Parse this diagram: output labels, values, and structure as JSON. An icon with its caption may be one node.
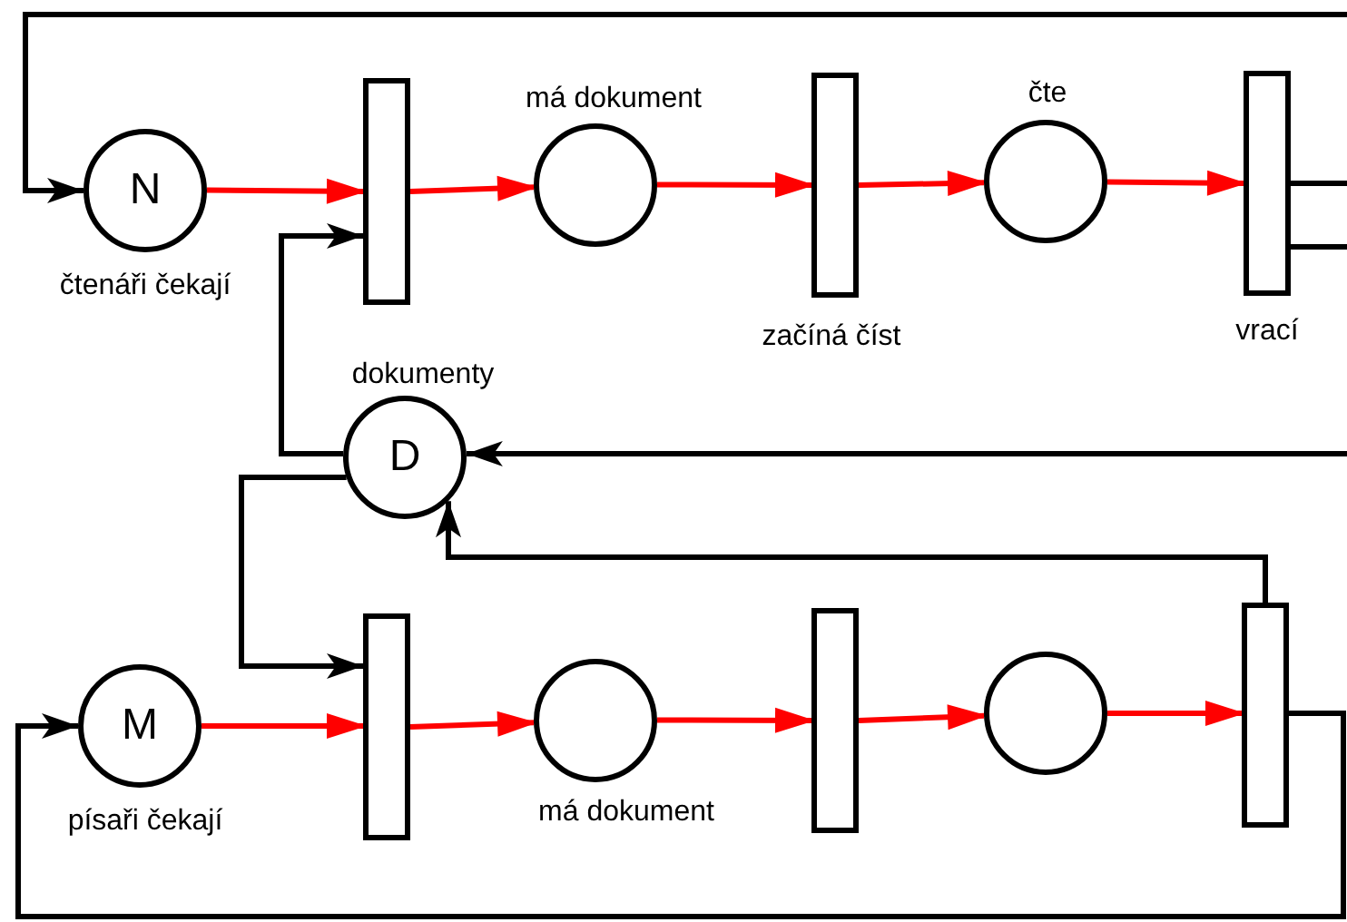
{
  "diagram": {
    "nodes": [
      {
        "text": [
          "N"
        ],
        "beside": [
          "čtenáři čekají"
        ]
      },
      {
        "text": [],
        "shape": "bar"
      },
      {
        "text": [],
        "shape": "circle",
        "beside": [
          "má dokument"
        ]
      },
      {
        "text": [],
        "shape": "bar",
        "beside": [
          "začíná číst"
        ]
      },
      {
        "text": [],
        "shape": "circle",
        "beside": [
          "čte"
        ]
      },
      {
        "text": [],
        "shape": "bar",
        "beside": [
          "vrací"
        ]
      },
      {
        "text": [
          "D"
        ],
        "beside": [
          "dokumenty"
        ]
      },
      {
        "text": [
          "M"
        ],
        "beside": [
          "písaři čekají"
        ]
      },
      {
        "text": [],
        "shape": "bar"
      },
      {
        "text": [],
        "shape": "circle",
        "beside": [
          "má dokument"
        ]
      },
      {
        "text": [],
        "shape": "bar"
      },
      {
        "text": [],
        "shape": "circle"
      },
      {
        "text": [],
        "shape": "bar"
      }
    ],
    "edges": [
      {
        "from": 0,
        "to": 1,
        "arrow": "to"
      },
      {
        "from": 1,
        "to": 2,
        "arrow": "to"
      },
      {
        "from": 2,
        "to": 3,
        "arrow": "to"
      },
      {
        "from": 3,
        "to": 4,
        "arrow": "to"
      },
      {
        "from": 4,
        "to": 5,
        "arrow": "to"
      },
      {
        "from": 7,
        "to": 8,
        "arrow": "to"
      },
      {
        "from": 8,
        "to": 9,
        "arrow": "to"
      },
      {
        "from": 9,
        "to": 10,
        "arrow": "to"
      },
      {
        "from": 10,
        "to": 11,
        "arrow": "to"
      },
      {
        "from": 11,
        "to": 12,
        "arrow": "to"
      },
      {
        "from": null,
        "to": 0,
        "arrow": "to",
        "color": "#000000"
      },
      {
        "from": 5,
        "to": null,
        "arrow": "none",
        "color": "#000000"
      },
      {
        "from": 5,
        "to": null,
        "arrow": "none",
        "color": "#000000"
      },
      {
        "from": null,
        "to": 6,
        "arrow": "to",
        "color": "#000000"
      },
      {
        "from": 6,
        "to": 1,
        "arrow": "to",
        "color": "#000000"
      },
      {
        "from": 6,
        "to": 8,
        "arrow": "to",
        "color": "#000000"
      },
      {
        "from": 12,
        "to": 6,
        "arrow": "to",
        "color": "#000000"
      },
      {
        "from": 12,
        "to": 7,
        "arrow": "to",
        "color": "#000000"
      }
    ]
  }
}
